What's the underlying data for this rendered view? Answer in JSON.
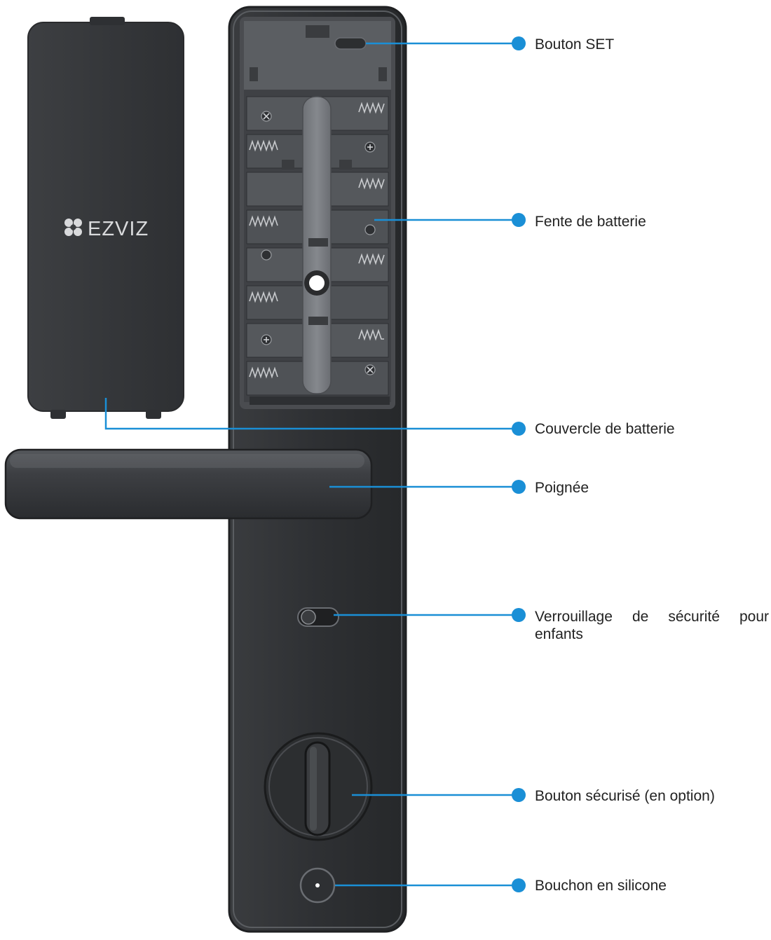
{
  "brand": {
    "logo_text": "EZVIZ"
  },
  "colors": {
    "device_body": "#2a2b2d",
    "device_edge": "#4a4c50",
    "callout": "#1a8fd6",
    "label_text": "#222222"
  },
  "callouts": [
    {
      "id": "set",
      "label": "Bouton SET"
    },
    {
      "id": "slot",
      "label": "Fente de batterie"
    },
    {
      "id": "cover",
      "label": "Couvercle de batterie"
    },
    {
      "id": "handle",
      "label": "Poignée"
    },
    {
      "id": "child",
      "label_line1": "Verrouillage de sécurité pour",
      "label_line2": "enfants"
    },
    {
      "id": "knob",
      "label": "Bouton sécurisé (en option)"
    },
    {
      "id": "plug",
      "label": "Bouchon en silicone"
    }
  ]
}
